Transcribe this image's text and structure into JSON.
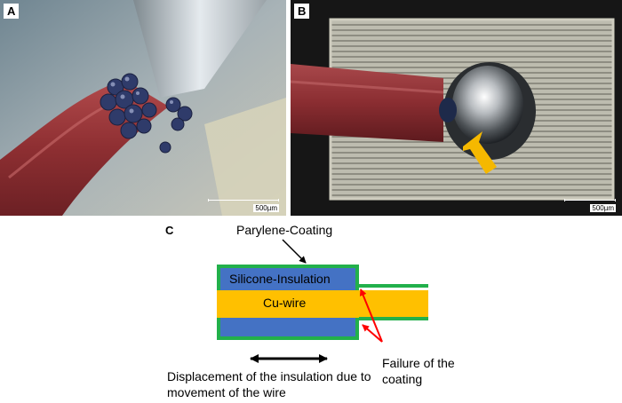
{
  "panels": {
    "a": {
      "label": "A",
      "scale_text": "500µm"
    },
    "b": {
      "label": "B",
      "scale_text": "500µm"
    },
    "c": {
      "label": "C"
    }
  },
  "diagram": {
    "parylene": "Parylene-Coating",
    "silicone": "Silicone-Insulation",
    "cuwire": "Cu-wire",
    "failure": "Failure of the coating",
    "displacement": "Displacement of the insulation due to movement of the wire"
  },
  "colors": {
    "parylene": "#22b04b",
    "silicone": "#4472c4",
    "copper": "#ffc000",
    "failure_arrow": "#ff0000",
    "photo_arrow": "#f5b800"
  }
}
